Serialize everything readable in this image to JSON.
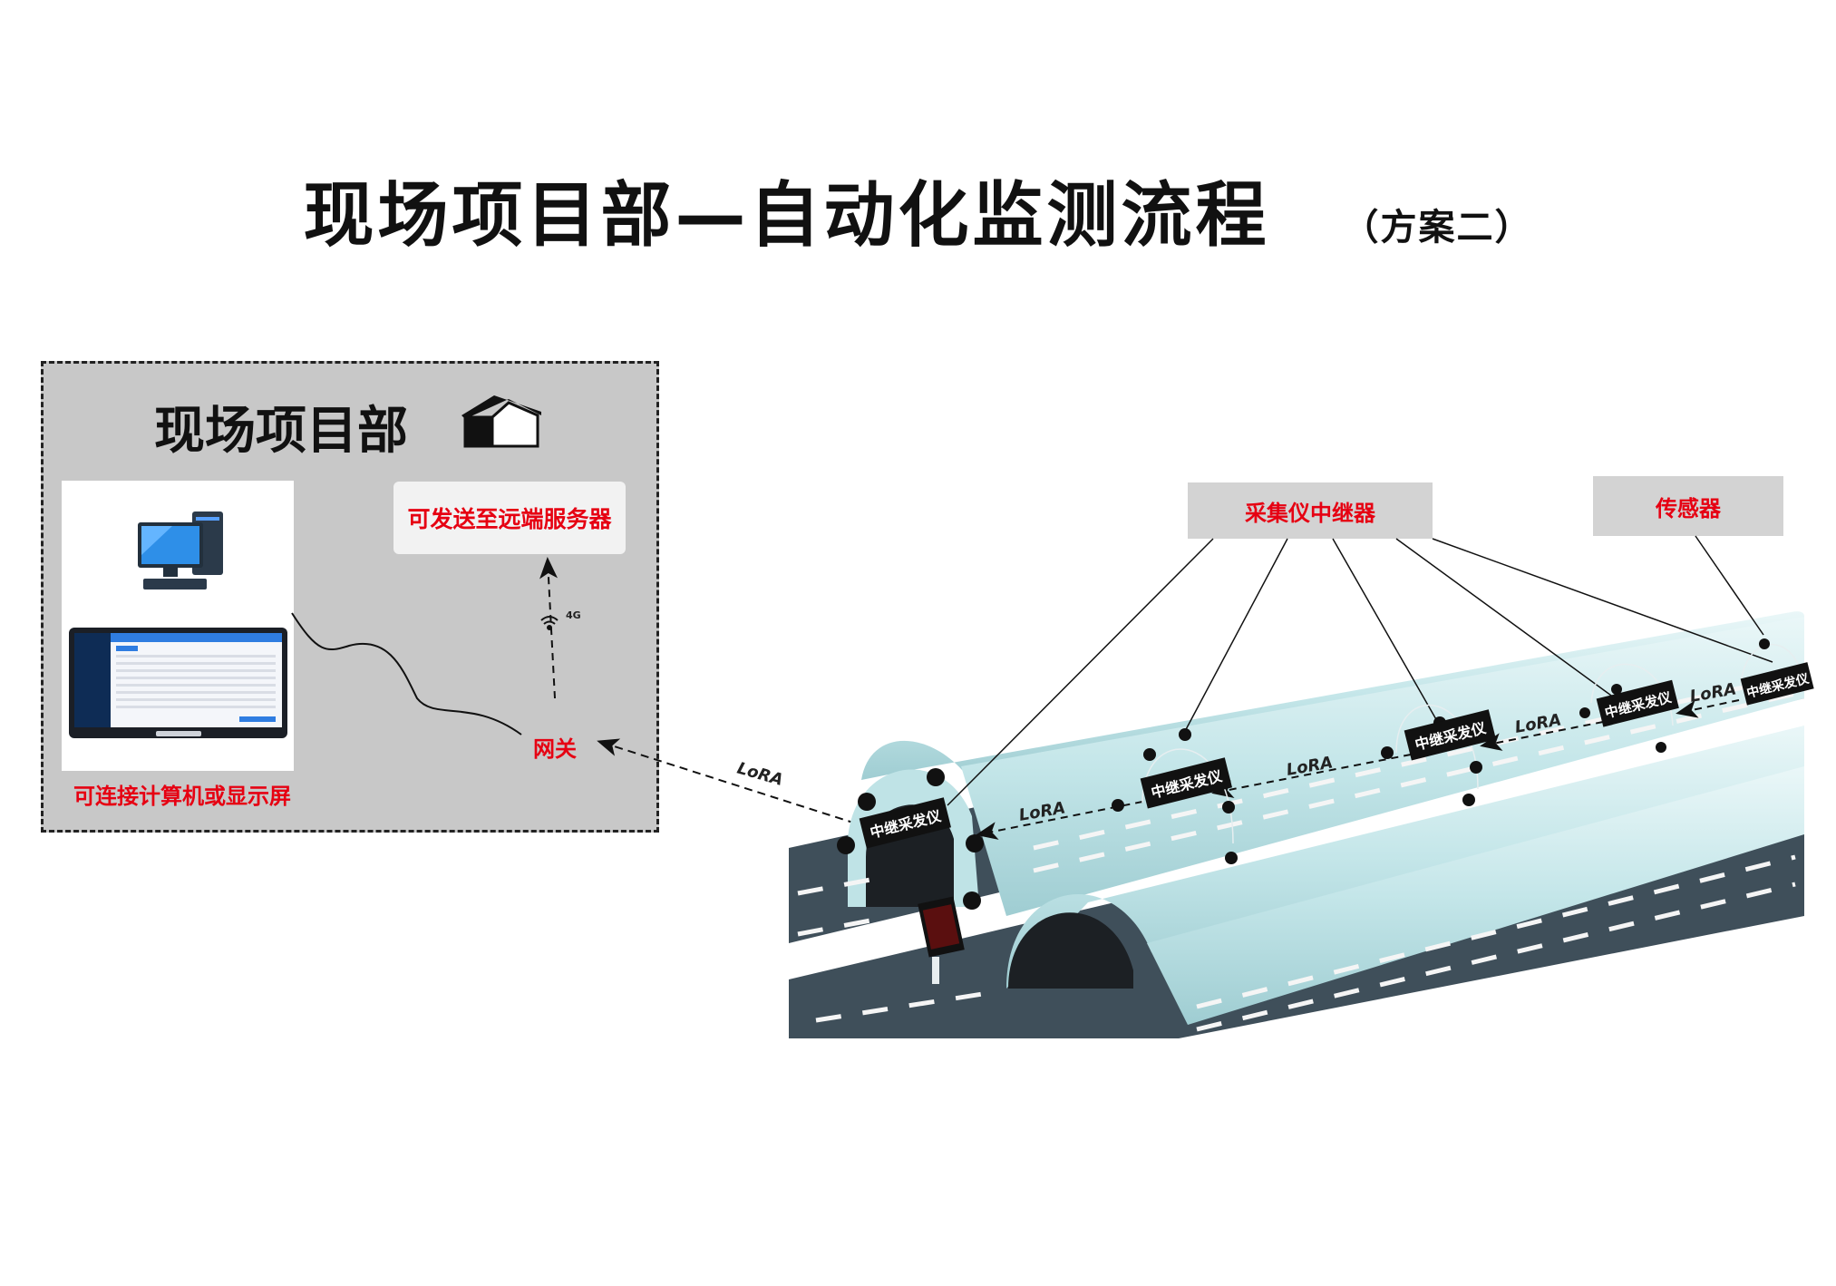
{
  "title": "现场项目部—自动化监测流程",
  "subtitle": "（方案二）",
  "site": {
    "title": "现场项目部",
    "server_label": "可发送至远端服务器",
    "network_label": "4G",
    "gateway_label": "网关",
    "computer_caption": "可连接计算机或显示屏"
  },
  "callouts": {
    "collector": "采集仪中继器",
    "sensor": "传感器"
  },
  "link_label": "LoRA",
  "devices": [
    "中继采发仪",
    "中继采发仪",
    "中继采发仪",
    "中继采发仪",
    "中继采发仪"
  ],
  "colors": {
    "accent_red": "#e60012",
    "panel_gray": "#c8c8c8",
    "tunnel_teal": "#bfe3e6",
    "road": "#3f4f5a"
  }
}
